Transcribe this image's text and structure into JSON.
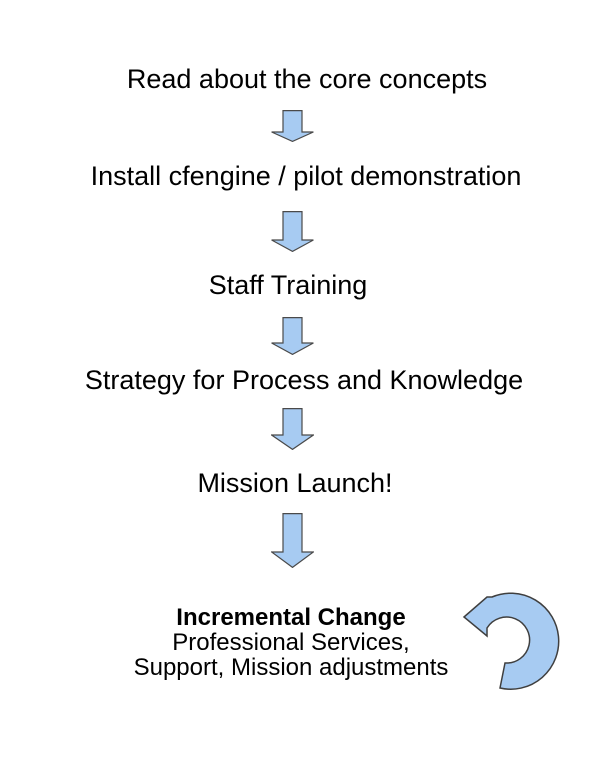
{
  "diagram": {
    "steps": [
      {
        "label": "Read about the core concepts"
      },
      {
        "label": "Install cfengine / pilot demonstration"
      },
      {
        "label": "Staff Training"
      },
      {
        "label": "Strategy for Process and Knowledge"
      },
      {
        "label": "Mission Launch!"
      }
    ],
    "final": {
      "title": "Incremental Change",
      "line2": "Professional Services,",
      "line3": "Support, Mission adjustments"
    },
    "icons": {
      "down_arrow": "down-arrow",
      "loop_arrow": "loop-arrow"
    },
    "colors": {
      "arrow_fill": "#A7CBF2",
      "arrow_outline": "#4A4A4A",
      "text": "#000000",
      "background": "#FFFFFF"
    }
  }
}
